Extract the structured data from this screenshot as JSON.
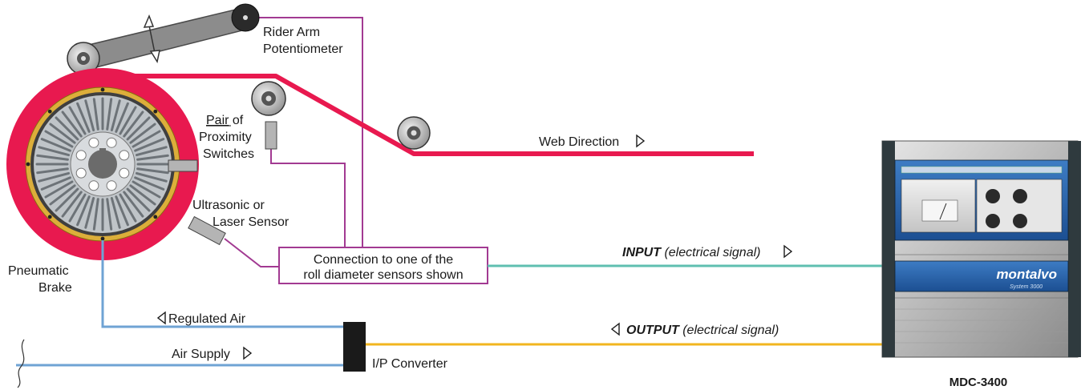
{
  "labels": {
    "rider_arm_line1": "Rider Arm",
    "rider_arm_line2": "Potentiometer",
    "pair_word": "Pair",
    "of_word": " of",
    "proximity": "Proximity",
    "switches": "Switches",
    "web_direction": "Web Direction",
    "ultrasonic_line1": "Ultrasonic or",
    "ultrasonic_line2": "Laser Sensor",
    "connection_line1": "Connection to one of the",
    "connection_line2": "roll diameter sensors shown",
    "input_bold": "INPUT",
    "input_rest": " (electrical signal)",
    "output_bold": "OUTPUT",
    "output_rest": " (electrical signal)",
    "regulated_air": "Regulated Air",
    "air_supply": "Air Supply",
    "ip_converter": "I/P Converter",
    "pneumatic_line1": "Pneumatic",
    "pneumatic_line2": "Brake",
    "controller_model": "MDC-3400",
    "brand": "montalvo",
    "system": "System 3000"
  },
  "colors": {
    "web": "#e8194f",
    "signal_magenta": "#a23a92",
    "input_line": "#5fbfb0",
    "output_line": "#f2b51e",
    "air_line": "#6fa3d4",
    "controller_blue": "#1f5aa6"
  }
}
